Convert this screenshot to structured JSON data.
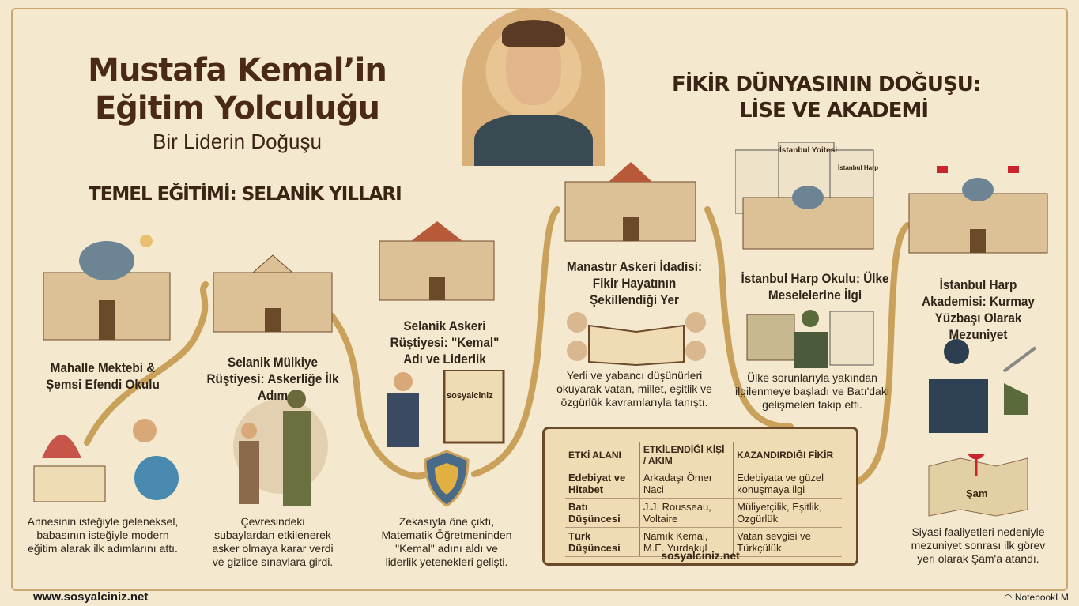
{
  "header": {
    "title_line1": "Mustafa Kemal’in",
    "title_line2": "Eğitim Yolculuğu",
    "subtitle": "Bir Liderin Doğuşu"
  },
  "sections": {
    "left": "TEMEL EĞİTİMİ: SELANİK YILLARI",
    "right_line1": "FİKİR DÜNYASININ DOĞUŞU:",
    "right_line2": "LİSE VE AKADEMİ"
  },
  "stages": [
    {
      "title": "Mahalle Mektebi & Şemsi Efendi Okulu",
      "desc": "Annesinin isteğiyle geleneksel, babasının isteğiyle modern eğitim alarak ilk adımlarını attı."
    },
    {
      "title": "Selanik Mülkiye Rüştiyesi: Askerliğe İlk Adım",
      "desc": "Çevresindeki subaylardan etkilenerek asker olmaya karar verdi ve gizlice sınavlara girdi."
    },
    {
      "title": "Selanik Askeri Rüştiyesi: \"Kemal\" Adı ve Liderlik",
      "desc": "Zekasıyla öne çıktı, Matematik Öğretmeninden \"Kemal\" adını aldı ve liderlik yetenekleri gelişti."
    },
    {
      "title": "Manastır Askeri İdadisi: Fikir Hayatının Şekillendiği Yer",
      "desc": "Yerli ve yabancı düşünürleri okuyarak vatan, millet, eşitlik ve özgürlük kavramlarıyla tanıştı."
    },
    {
      "title": "İstanbul Harp Okulu: Ülke Meselelerine İlgi",
      "desc": "Ülke sorunlarıyla yakından ilgilenmeye başladı ve Batı'daki gelişmeleri takip etti."
    },
    {
      "title": "İstanbul Harp Akademisi: Kurmay Yüzbaşı Olarak Mezuniyet",
      "desc": "Siyasi faaliyetleri nedeniyle mezuniyet sonrası ilk görev yeri olarak Şam'a atandı."
    }
  ],
  "illustration_text": {
    "certificate_watermark": "sosyalciniz",
    "newspaper_1": "İstanbul Yoitesi",
    "newspaper_2": "İstanbul Harp",
    "map_label": "Şam"
  },
  "table": {
    "headers": [
      "ETKİ ALANI",
      "ETKİLENDİĞİ KİŞİ / AKIM",
      "KAZANDIRDIĞI FİKİR"
    ],
    "rows": [
      [
        "Edebiyat ve Hitabet",
        "Arkadaşı Ömer Naci",
        "Edebiyata ve güzel konuşmaya ilgi"
      ],
      [
        "Batı Düşüncesi",
        "J.J. Rousseau, Voltaire",
        "Müliyetçilik, Eşitlik, Özgürlük"
      ],
      [
        "Türk Düşüncesi",
        "Namık Kemal, M.E. Yurdakul",
        "Vatan sevgisi ve Türkçülük"
      ]
    ],
    "watermark": "sosyalciniz.net"
  },
  "footer": {
    "website": "www.sosyalciniz.net",
    "brand": "NotebookLM"
  },
  "colors": {
    "background": "#f4e8cf",
    "text": "#3a2414",
    "path": "#c9a15a"
  }
}
